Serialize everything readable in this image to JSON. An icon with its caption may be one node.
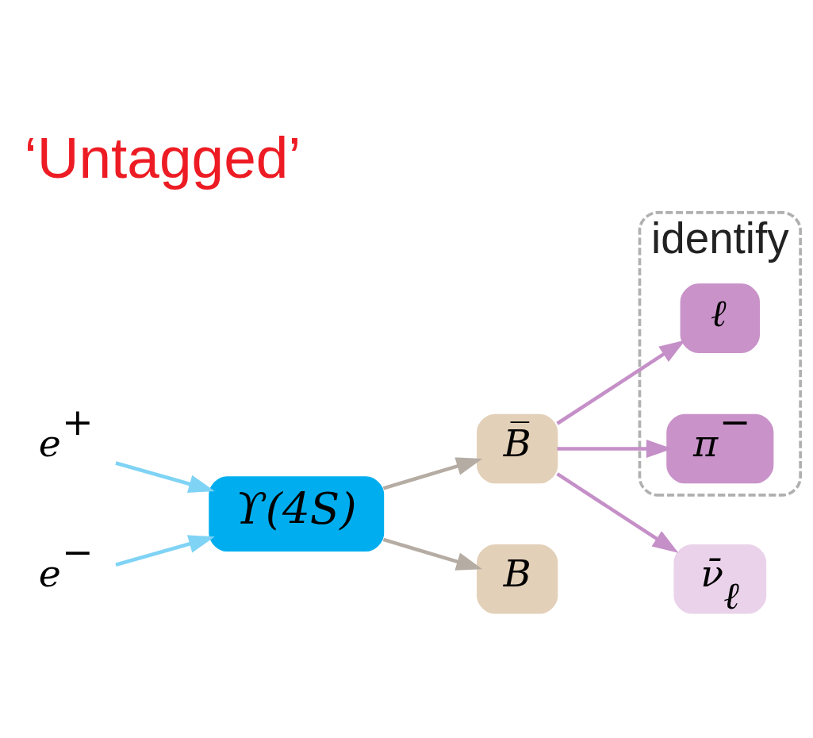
{
  "diagram": {
    "title": "‘Untagged’",
    "nodes": [
      {
        "text": [
          "e$^{+}$"
        ]
      },
      {
        "text": [
          "e$^{−}$"
        ]
      },
      {
        "text": [
          "ϒ(4S)"
        ]
      },
      {
        "text": [
          "B̅"
        ]
      },
      {
        "text": [
          "B"
        ]
      },
      {
        "text": [
          "identify"
        ]
      },
      {
        "text": [
          "ℓ"
        ],
        "in": 5
      },
      {
        "text": [
          "π$^{−}$"
        ],
        "in": 5
      },
      {
        "text": [
          "ν̄$_{ℓ}$"
        ]
      }
    ],
    "edges": [
      {
        "from": 0,
        "to": 2,
        "arrow": "to",
        "color": "#7fd3f5"
      },
      {
        "from": 1,
        "to": 2,
        "arrow": "to",
        "color": "#7fd3f5"
      },
      {
        "from": 2,
        "to": 3,
        "arrow": "to",
        "color": "#b5aca3"
      },
      {
        "from": 2,
        "to": 4,
        "arrow": "to",
        "color": "#b5aca3"
      },
      {
        "from": 3,
        "to": 6,
        "arrow": "to",
        "color": "#c58fc8"
      },
      {
        "from": 3,
        "to": 7,
        "arrow": "to",
        "color": "#c58fc8"
      },
      {
        "from": 3,
        "to": 8,
        "arrow": "to",
        "color": "#c58fc8"
      }
    ]
  }
}
